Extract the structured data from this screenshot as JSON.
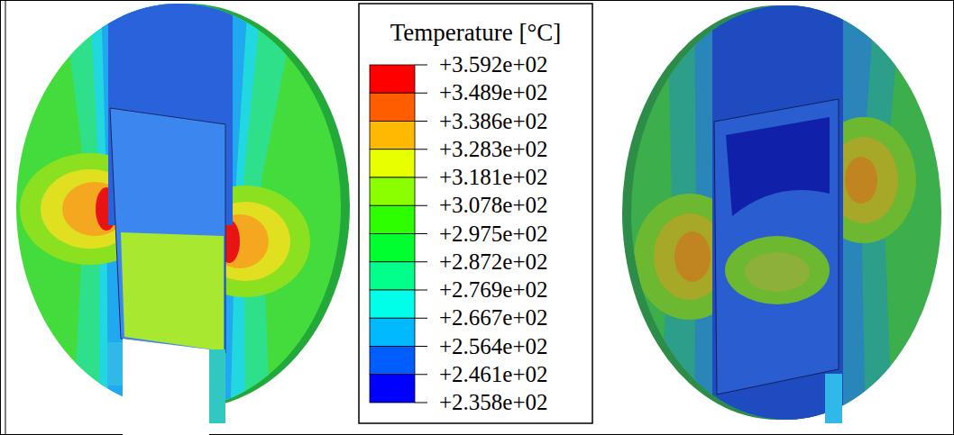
{
  "diagram": {
    "labels": [
      "Temperature [°C]"
    ],
    "legend": [
      {
        "text": "+3.592e+02",
        "color": "#ff0000"
      },
      {
        "text": "+3.489e+02",
        "color": "#ff5d00"
      },
      {
        "text": "+3.386e+02",
        "color": "#ffb900"
      },
      {
        "text": "+3.283e+02",
        "color": "#e8ff00"
      },
      {
        "text": "+3.181e+02",
        "color": "#8bff00"
      },
      {
        "text": "+3.078e+02",
        "color": "#2eff00"
      },
      {
        "text": "+2.975e+02",
        "color": "#00ff2e"
      },
      {
        "text": "+2.872e+02",
        "color": "#00ff8b"
      },
      {
        "text": "+2.769e+02",
        "color": "#00ffe8"
      },
      {
        "text": "+2.667e+02",
        "color": "#00b9ff"
      },
      {
        "text": "+2.564e+02",
        "color": "#005dff"
      },
      {
        "text": "+2.461e+02",
        "color": "#0000ff"
      },
      {
        "text": "+2.358e+02"
      }
    ]
  }
}
